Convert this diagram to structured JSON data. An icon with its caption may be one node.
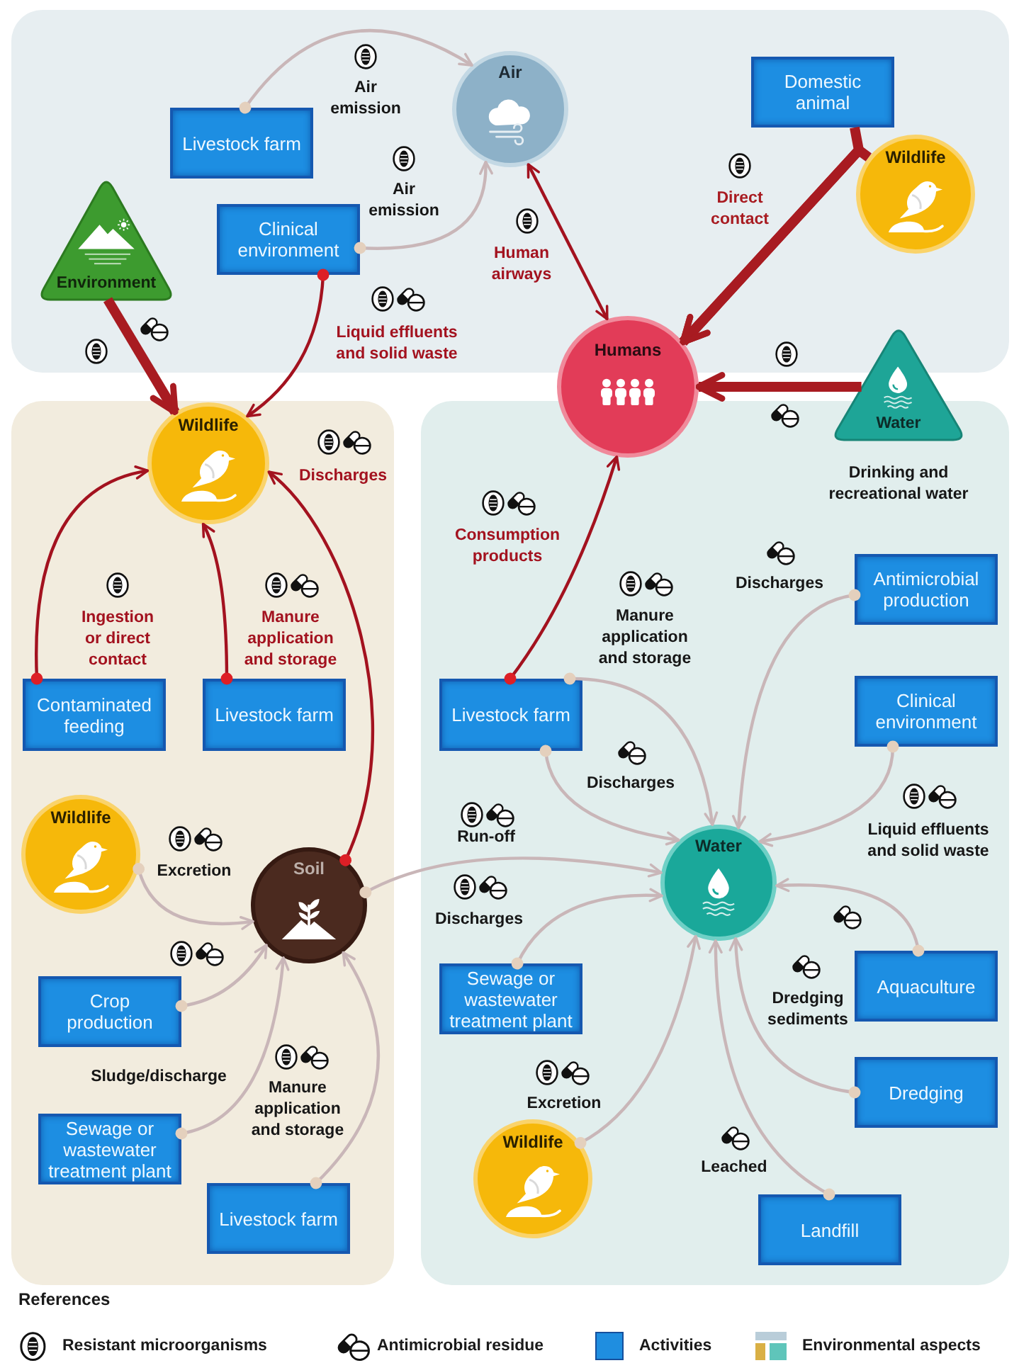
{
  "diagram": {
    "nodes": [
      {
        "text": [
          "Livestock farm"
        ]
      },
      {
        "text": [
          "Air"
        ]
      },
      {
        "text": [
          "Domestic animal"
        ]
      },
      {
        "text": [
          "Environment"
        ]
      },
      {
        "text": [
          "Clinical environment"
        ]
      },
      {
        "text": [
          "Wildlife"
        ]
      },
      {
        "text": [
          "Humans"
        ]
      },
      {
        "text": [
          "Water"
        ],
        "beside": [
          "Drinking and recreational water"
        ]
      },
      {
        "text": [
          "Wildlife"
        ]
      },
      {
        "text": [
          "Contaminated feeding"
        ]
      },
      {
        "text": [
          "Livestock farm"
        ]
      },
      {
        "text": [
          "Wildlife"
        ]
      },
      {
        "text": [
          "Soil"
        ]
      },
      {
        "text": [
          "Crop production"
        ]
      },
      {
        "text": [
          "Sewage or wastewater treatment plant"
        ]
      },
      {
        "text": [
          "Livestock farm"
        ]
      },
      {
        "text": [
          "Livestock farm"
        ]
      },
      {
        "text": [
          "Antimicrobial production"
        ]
      },
      {
        "text": [
          "Clinical environment"
        ]
      },
      {
        "text": [
          "Water"
        ]
      },
      {
        "text": [
          "Sewage or wastewater treatment plant"
        ]
      },
      {
        "text": [
          "Aquaculture"
        ]
      },
      {
        "text": [
          "Dredging"
        ]
      },
      {
        "text": [
          "Wildlife"
        ]
      },
      {
        "text": [
          "Landfill"
        ]
      }
    ],
    "edges": [
      {
        "from": 0,
        "to": 1,
        "arrow": "to",
        "label": "Air emission"
      },
      {
        "from": 4,
        "to": 1,
        "arrow": "to",
        "label": "Air emission"
      },
      {
        "from": 1,
        "to": 6,
        "arrow": "both",
        "label": "Human airways",
        "color": "#a3121f"
      },
      {
        "from": 2,
        "to": 6,
        "arrow": "to",
        "label": "Direct contact",
        "style": "thick",
        "color": "#a81b21"
      },
      {
        "from": 5,
        "to": 6,
        "arrow": "to",
        "style": "thick",
        "color": "#a81b21"
      },
      {
        "from": 3,
        "to": 8,
        "arrow": "to",
        "style": "thick",
        "color": "#a81b21"
      },
      {
        "from": 4,
        "to": 8,
        "arrow": "to",
        "label": "Liquid effluents and solid waste",
        "color": "#a3121f"
      },
      {
        "from": 7,
        "to": 6,
        "arrow": "to",
        "style": "thick",
        "color": "#a81b21"
      },
      {
        "from": 12,
        "to": 8,
        "arrow": "to",
        "label": "Discharges",
        "color": "#a3121f"
      },
      {
        "from": 9,
        "to": 8,
        "arrow": "to",
        "label": "Ingestion or direct contact",
        "color": "#a3121f"
      },
      {
        "from": 10,
        "to": 8,
        "arrow": "to",
        "label": "Manure application and storage",
        "color": "#a3121f"
      },
      {
        "from": 16,
        "to": 6,
        "arrow": "to",
        "label": "Consumption products",
        "color": "#a3121f"
      },
      {
        "from": 11,
        "to": 12,
        "arrow": "to",
        "label": "Excretion"
      },
      {
        "from": 13,
        "to": 12,
        "arrow": "to"
      },
      {
        "from": 14,
        "to": 12,
        "arrow": "to",
        "label": "Sludge/discharge"
      },
      {
        "from": 15,
        "to": 12,
        "arrow": "to",
        "label": "Manure application and storage"
      },
      {
        "from": 12,
        "to": 19,
        "arrow": "to",
        "label": "Run-off"
      },
      {
        "from": 20,
        "to": 19,
        "arrow": "to",
        "label": "Discharges"
      },
      {
        "from": 16,
        "to": 19,
        "arrow": "to",
        "label": "Manure application and storage"
      },
      {
        "from": 17,
        "to": 19,
        "arrow": "to",
        "label": "Discharges"
      },
      {
        "from": 16,
        "to": 19,
        "arrow": "to",
        "label": "Discharges"
      },
      {
        "from": 18,
        "to": 19,
        "arrow": "to",
        "label": "Liquid effluents and solid waste"
      },
      {
        "from": 21,
        "to": 19,
        "arrow": "to"
      },
      {
        "from": 22,
        "to": 19,
        "arrow": "to",
        "label": "Dredging sediments"
      },
      {
        "from": 23,
        "to": 19,
        "arrow": "to",
        "label": "Excretion"
      },
      {
        "from": 24,
        "to": 19,
        "arrow": "to",
        "label": "Leached"
      }
    ],
    "labels": [
      "References"
    ],
    "legend": [
      {
        "text": "Resistant microorganisms"
      },
      {
        "text": "Antimicrobial residue"
      },
      {
        "text": "Activities",
        "color": "#1f8ee0"
      },
      {
        "text": "Environmental aspects"
      }
    ]
  }
}
